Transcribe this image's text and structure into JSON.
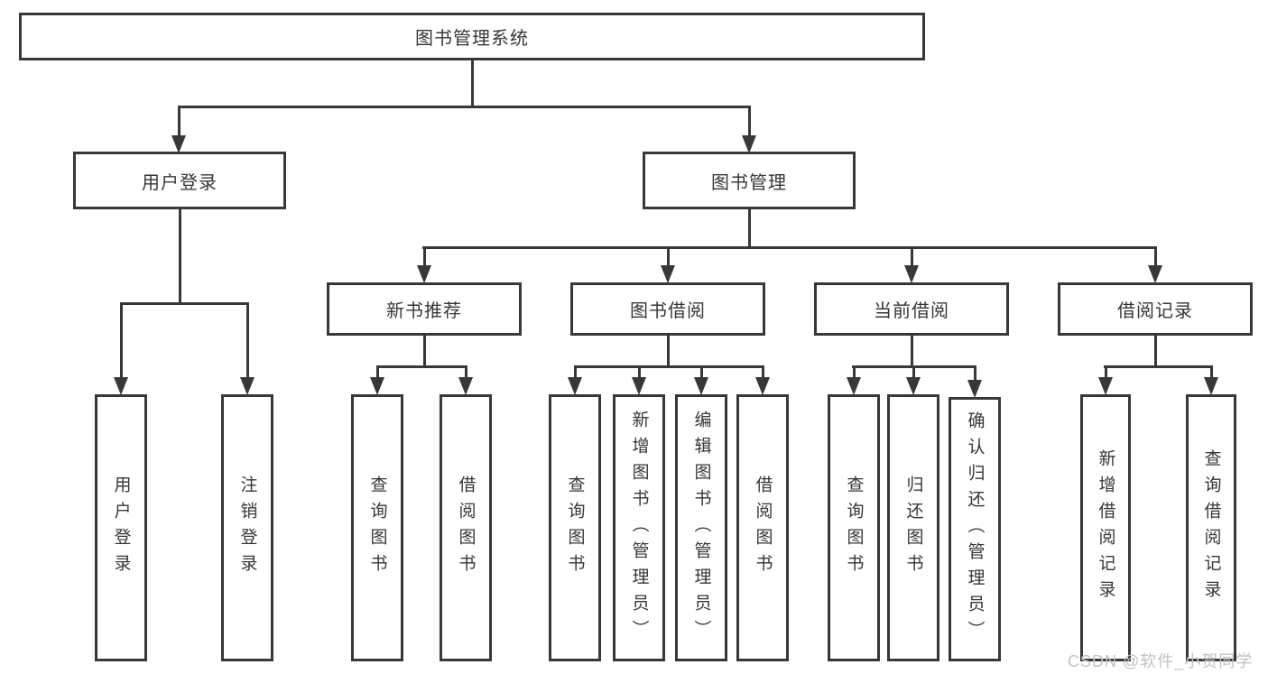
{
  "tree": {
    "root": {
      "label": "图书管理系统",
      "children": [
        {
          "label": "用户登录",
          "children": [
            {
              "label": "用户登录"
            },
            {
              "label": "注销登录"
            }
          ]
        },
        {
          "label": "图书管理",
          "children": [
            {
              "label": "新书推荐",
              "children": [
                {
                  "label": "查询图书"
                },
                {
                  "label": "借阅图书"
                }
              ]
            },
            {
              "label": "图书借阅",
              "children": [
                {
                  "label": "查询图书"
                },
                {
                  "label": "新增图书（管理员）"
                },
                {
                  "label": "编辑图书（管理员）"
                },
                {
                  "label": "借阅图书"
                }
              ]
            },
            {
              "label": "当前借阅",
              "children": [
                {
                  "label": "查询图书"
                },
                {
                  "label": "归还图书"
                },
                {
                  "label": "确认归还（管理员）"
                }
              ]
            },
            {
              "label": "借阅记录",
              "children": [
                {
                  "label": "新增借阅记录"
                },
                {
                  "label": "查询借阅记录"
                }
              ]
            }
          ]
        }
      ]
    }
  },
  "watermark": "CSDN @软件_小贺同学",
  "colors": {
    "line": "#383838",
    "text": "#363636",
    "background": "#ffffff",
    "watermark": "#c2c2c2"
  }
}
